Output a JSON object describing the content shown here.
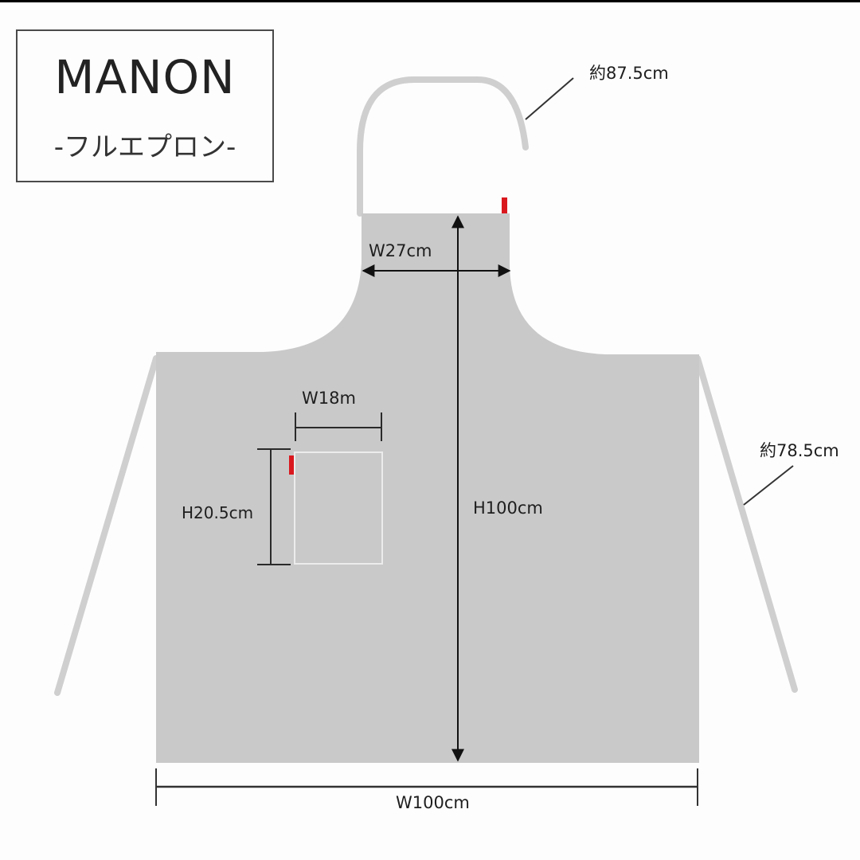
{
  "brand": {
    "name": "MANON",
    "subtitle": "-フルエプロン-"
  },
  "colors": {
    "apron_fill": "#c9c9c9",
    "strap": "#cfcfcf",
    "tag_red": "#d9181e",
    "ink": "#1e1e1e",
    "background": "#fdfdfd"
  },
  "dimensions": {
    "neck_strap": "約87.5cm",
    "waist_tie": "約78.5cm",
    "bib_width": "W27cm",
    "total_height": "H100cm",
    "pocket_width": "W18m",
    "pocket_height": "H20.5cm",
    "total_width": "W100cm"
  }
}
